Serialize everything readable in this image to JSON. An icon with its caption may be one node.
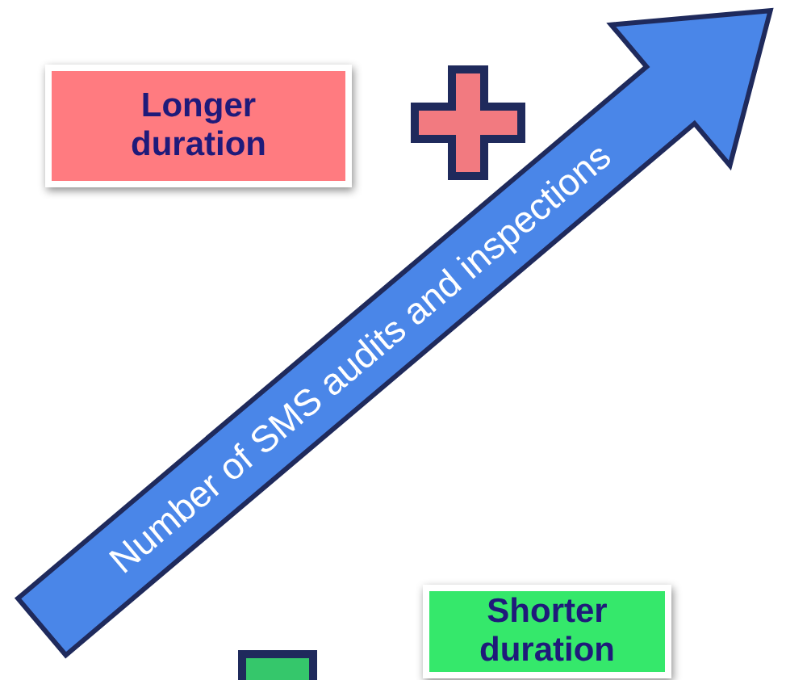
{
  "diagram": {
    "nodes": [
      {
        "text": [
          "Longer duration"
        ]
      },
      {
        "text": [
          "Number of SMS audits and inspections"
        ]
      },
      {
        "text": [
          "Shorter duration"
        ]
      }
    ]
  }
}
